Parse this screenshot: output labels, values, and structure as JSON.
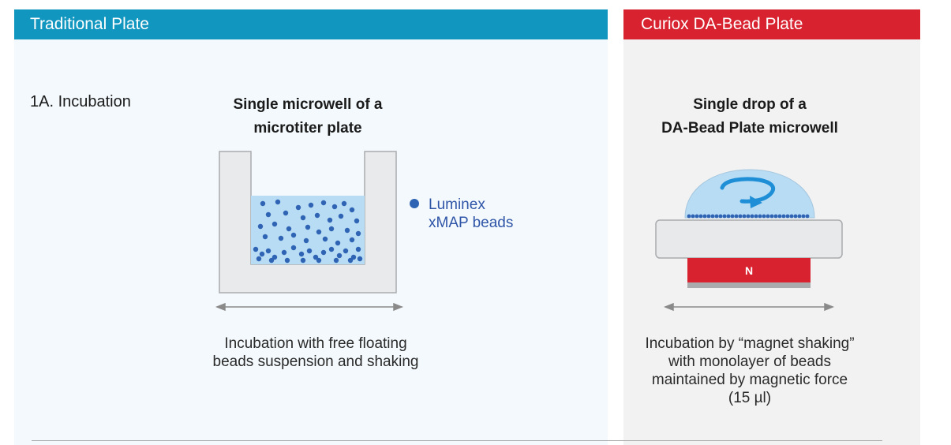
{
  "headers": {
    "left": "Traditional Plate",
    "right": "Curiox DA-Bead Plate"
  },
  "step_label": "1A. Incubation",
  "traditional": {
    "title_lines": [
      "Single microwell of a",
      "microtiter plate"
    ],
    "description_lines": [
      "Incubation with free floating",
      "beads suspension and shaking"
    ]
  },
  "legend": {
    "lines": [
      "Luminex",
      "xMAP beads"
    ]
  },
  "curiox": {
    "title_lines": [
      "Single drop of a",
      "DA-Bead Plate microwell"
    ],
    "magnet_label": "N",
    "description_lines": [
      "Incubation by “magnet shaking”",
      "with monolayer of beads",
      "maintained by magnetic force",
      "(15 µl)"
    ]
  },
  "colors": {
    "header_left": "#1196bf",
    "header_right": "#d8222f",
    "bead": "#2f63b3",
    "liquid": "#b9dcf5",
    "magnet": "#d8222f"
  }
}
